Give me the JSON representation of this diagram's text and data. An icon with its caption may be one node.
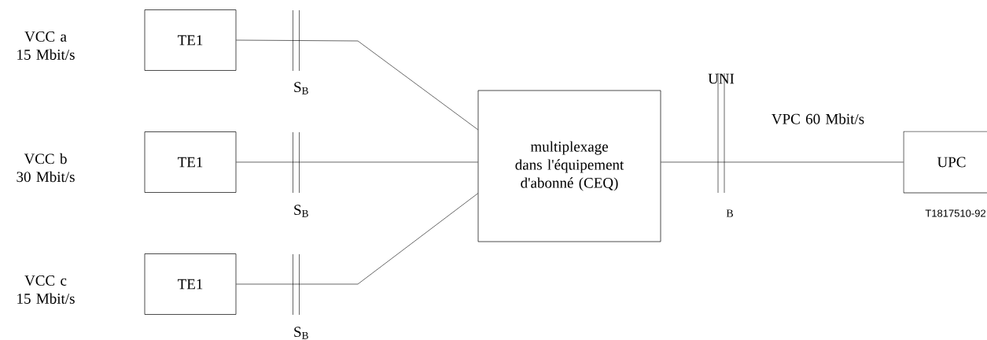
{
  "diagram": {
    "nodes": [
      {
        "text": [
          "TE1"
        ]
      },
      {
        "text": [
          "TE1"
        ]
      },
      {
        "text": [
          "TE1"
        ]
      },
      {
        "text": [
          "multiplexage dans l'équipement d'abonné (CEQ)"
        ]
      },
      {
        "text": [
          "UPC"
        ]
      }
    ],
    "edges": [
      {
        "from": 0,
        "to": 3,
        "arrow": "none"
      },
      {
        "from": 1,
        "to": 3,
        "arrow": "none"
      },
      {
        "from": 2,
        "to": 3,
        "arrow": "none"
      },
      {
        "from": 3,
        "to": 4,
        "arrow": "none",
        "label": "VPC 60 Mbit/s"
      }
    ],
    "labels": [
      "VCC  a 15 Mbit/s",
      "VCC b 30 Mbit/s",
      "VCC c 15 Mbit/s",
      "S$_{B}$",
      "S$_{B}$",
      "S$_{B}$",
      "UNI",
      "B",
      "T1817510-92"
    ]
  }
}
